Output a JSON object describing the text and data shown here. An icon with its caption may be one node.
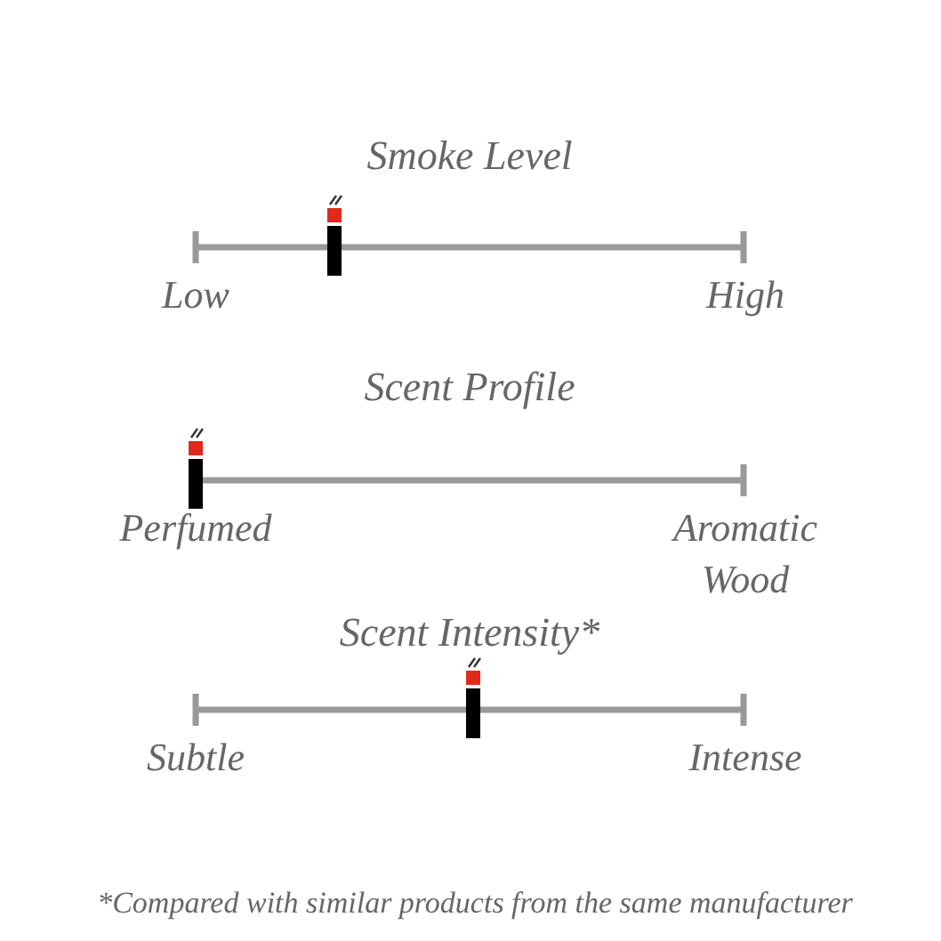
{
  "diagram": {
    "labels": [
      "Smoke Level",
      "Low",
      "High",
      "Scent Profile",
      "Perfumed",
      "Aromatic Wood",
      "Scent Intensity*",
      "Subtle",
      "Intense",
      "*Compared with similar products from the same manufacturer"
    ]
  }
}
